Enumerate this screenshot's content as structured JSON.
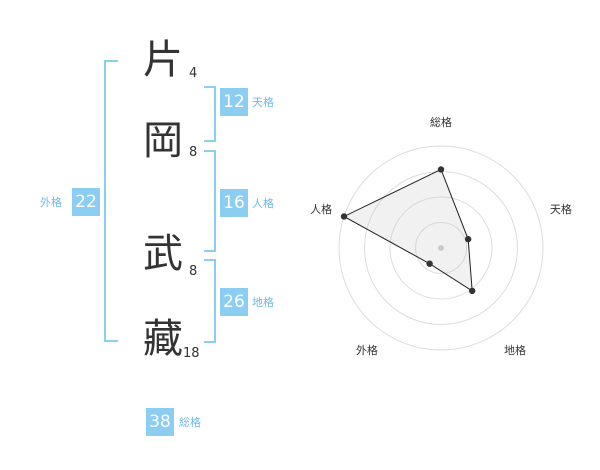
{
  "name": {
    "chars": [
      {
        "char": "片",
        "strokes": "4"
      },
      {
        "char": "岡",
        "strokes": "8"
      },
      {
        "char": "武",
        "strokes": "8"
      },
      {
        "char": "藏",
        "strokes": "18"
      }
    ]
  },
  "kakusu": {
    "tenkaku": {
      "value": "12",
      "label": "天格"
    },
    "jinkaku": {
      "value": "16",
      "label": "人格"
    },
    "chikaku": {
      "value": "26",
      "label": "地格"
    },
    "gaikaku": {
      "value": "22",
      "label": "外格"
    },
    "soukaku": {
      "value": "38",
      "label": "総格"
    }
  },
  "colors": {
    "accent": "#8ccdf2",
    "label": "#6cbce8",
    "text": "#333333"
  },
  "chart_data": {
    "type": "radar",
    "axes": [
      "総格",
      "天格",
      "地格",
      "外格",
      "人格"
    ],
    "values": [
      0.77,
      0.28,
      0.52,
      0.19,
      1.0
    ],
    "range": [
      0,
      1
    ],
    "rings": 4
  }
}
